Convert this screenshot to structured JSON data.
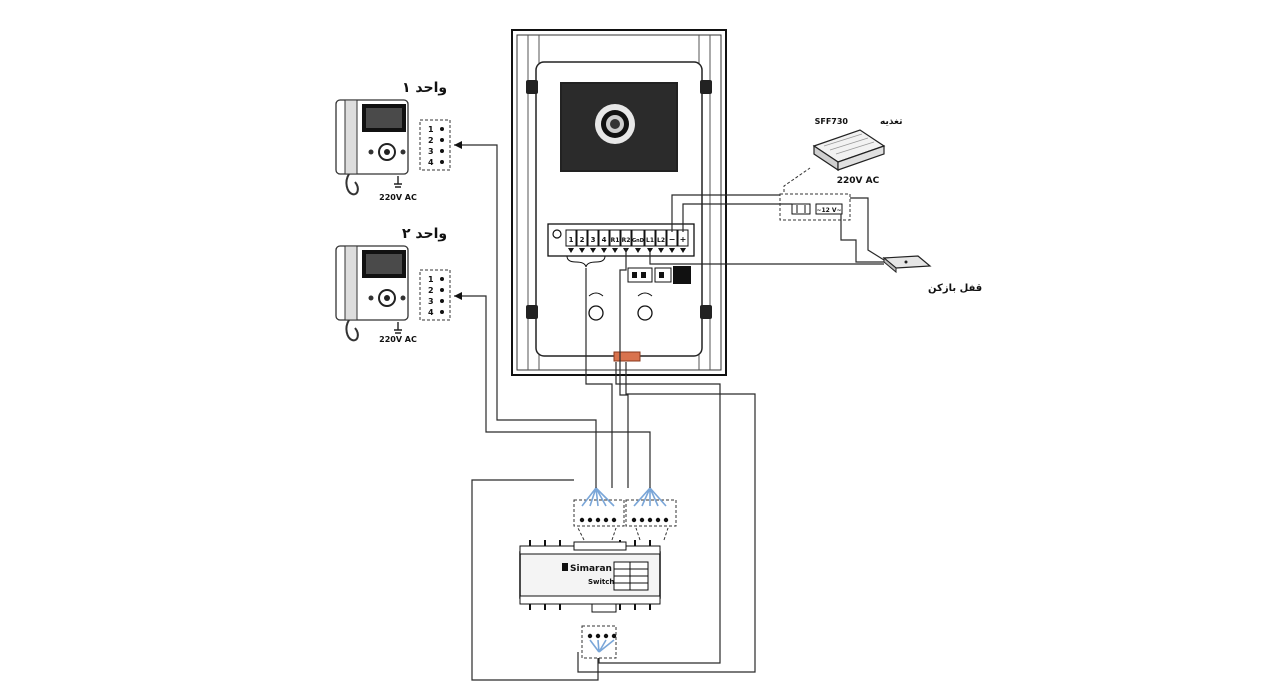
{
  "units": [
    {
      "title": "واحد ۱",
      "power": "220V AC",
      "terminals": [
        "1",
        "2",
        "3",
        "4"
      ]
    },
    {
      "title": "واحد ۲",
      "power": "220V AC",
      "terminals": [
        "1",
        "2",
        "3",
        "4"
      ]
    }
  ],
  "panel": {
    "terminals": [
      "1",
      "2",
      "3",
      "4",
      "R1",
      "R2",
      "GnD",
      "L1",
      "L2",
      "−",
      "+"
    ]
  },
  "power_supply": {
    "model": "SFF730",
    "title": "تغذیه",
    "voltage": "220V AC",
    "terminal_label": "~12 V~"
  },
  "lock": {
    "label": "قفل بازکن"
  },
  "switcher": {
    "brand": "Simaran",
    "label": "Switcher"
  }
}
